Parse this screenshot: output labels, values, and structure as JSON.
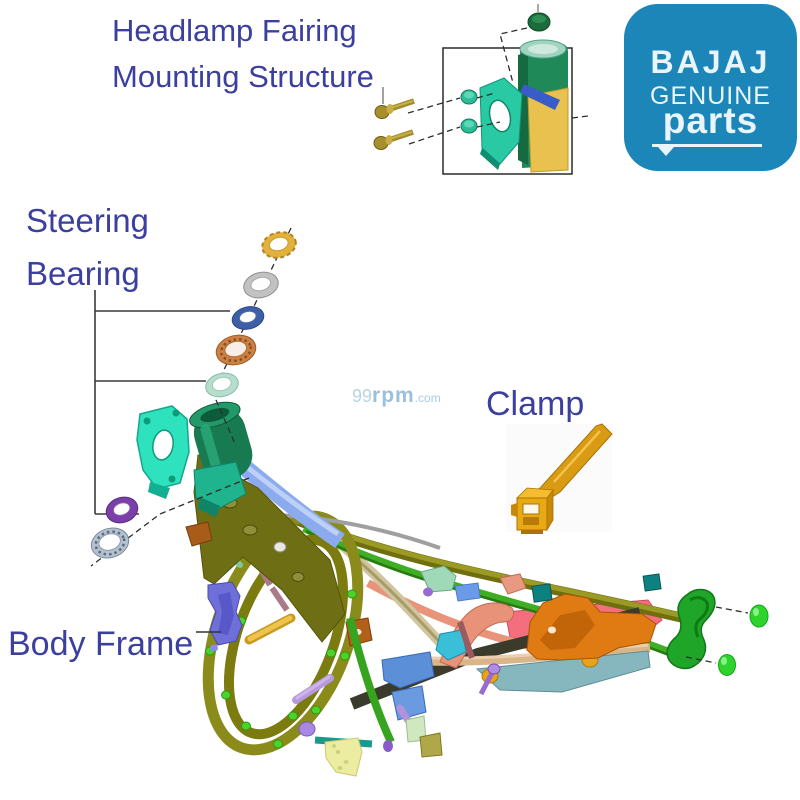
{
  "page": {
    "background": "#ffffff",
    "description": "Bajaj motorcycle body frame exploded parts diagram"
  },
  "colors": {
    "label-blue": "#3b3f9e",
    "logo-blue": "#1d86b8",
    "logo-text": "#e9f5fb",
    "watermark": "#9cc0da",
    "frame-olive": "#8b8b1b",
    "tube-blue": "#8cabef",
    "tube-green": "#3fae25",
    "bracket-teal": "#2de2bd",
    "clamp-gold": "#d99a14",
    "cap-green": "#2ed32e"
  },
  "labels": {
    "headlamp_fairing": {
      "line1": "Headlamp Fairing",
      "line2": "Mounting Structure"
    },
    "steering_bearing": {
      "line1": "Steering",
      "line2": "Bearing"
    },
    "clamp": "Clamp",
    "body_frame": "Body Frame"
  },
  "watermark": {
    "prefix": "99",
    "name": "rpm",
    "tld": ".com"
  },
  "brand_badge": {
    "brand": "BAJAJ",
    "line2": "GENUINE",
    "line3": "parts"
  }
}
